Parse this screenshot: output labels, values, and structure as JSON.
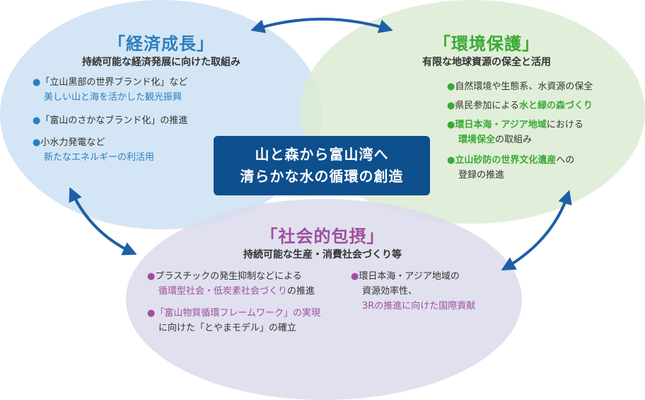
{
  "colors": {
    "blue_circle": "#cfe3f4",
    "green_circle": "#dcebd2",
    "purple_circle": "#dadaec",
    "blue_accent": "#2a7fc1",
    "green_accent": "#3aaa35",
    "purple_accent": "#9e4f9d",
    "center_box": "#0e4f8d",
    "arrow": "#1f5fa6"
  },
  "center": {
    "line1": "山と森から富山湾へ",
    "line2": "清らかな水の循環の創造"
  },
  "economy": {
    "title": "「経済成長」",
    "subtitle": "持続可能な経済発展に向けた取組み",
    "item1_a": "「立山黒部の世界ブランド化」など",
    "item1_b": "美しい山と海を活かした観光振興",
    "item2": "「富山のさかなブランド化」の推進",
    "item3_a": "小水力発電など",
    "item3_b": "新たなエネルギーの利活用"
  },
  "environment": {
    "title": "「環境保護」",
    "subtitle": "有限な地球資源の保全と活用",
    "item1": "自然環境や生態系、水資源の保全",
    "item2_a": "県民参加による",
    "item2_b": "水と緑の森づくり",
    "item3_a": "環日本海・アジア地域",
    "item3_b": "における",
    "item3_c": "環境保全",
    "item3_d": "の取組み",
    "item4_a": "立山砂防の世界文化遺産",
    "item4_b": "への",
    "item4_c": "登録の推進"
  },
  "society": {
    "title": "「社会的包摂」",
    "subtitle": "持続可能な生産・消費社会づくり等",
    "item1_a": "プラスチックの発生抑制などによる",
    "item1_b": "循環型社会・低炭素社会づくり",
    "item1_c": "の推進",
    "item2_a": "「富山物質循環フレームワーク」の実現",
    "item2_b": "に向けた「とやまモデル」の確立",
    "item3_a": "環日本海・アジア地域の",
    "item3_b": "資源効率性、",
    "item3_c": "3Rの推進に向けた国際貢献"
  }
}
